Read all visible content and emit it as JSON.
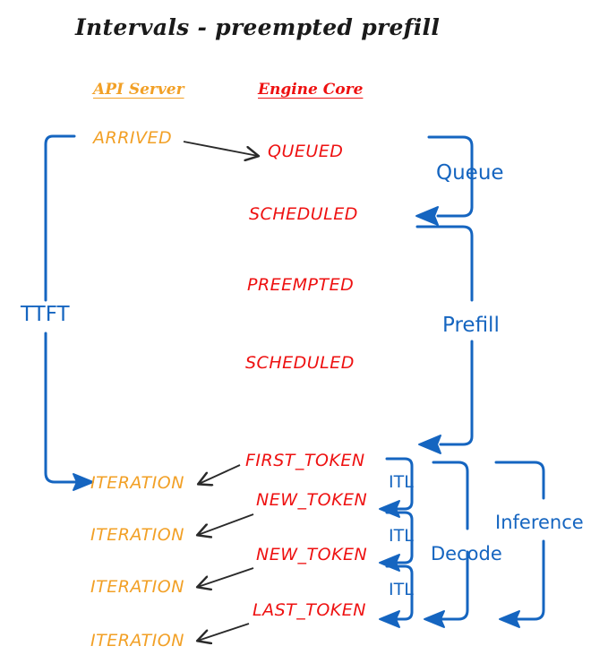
{
  "title": "Intervals - preempted prefill",
  "colors": {
    "orange": "#F2A026",
    "red": "#EE1111",
    "blue": "#1565C0",
    "arrow_black": "#2a2a2a",
    "background": "#FFFFFF"
  },
  "columns": {
    "api_server": "API Server",
    "engine_core": "Engine Core"
  },
  "api_server_events": [
    {
      "label": "ARRIVED"
    },
    {
      "label": "ITERATION"
    },
    {
      "label": "ITERATION"
    },
    {
      "label": "ITERATION"
    },
    {
      "label": "ITERATION"
    }
  ],
  "engine_core_events": [
    {
      "label": "QUEUED"
    },
    {
      "label": "SCHEDULED"
    },
    {
      "label": "PREEMPTED"
    },
    {
      "label": "SCHEDULED"
    },
    {
      "label": "FIRST_TOKEN"
    },
    {
      "label": "NEW_TOKEN"
    },
    {
      "label": "NEW_TOKEN"
    },
    {
      "label": "LAST_TOKEN"
    }
  ],
  "intervals": {
    "ttft": "TTFT",
    "queue": "Queue",
    "prefill": "Prefill",
    "decode": "Decode",
    "inference": "Inference",
    "itl": [
      "ITL",
      "ITL",
      "ITL"
    ]
  }
}
